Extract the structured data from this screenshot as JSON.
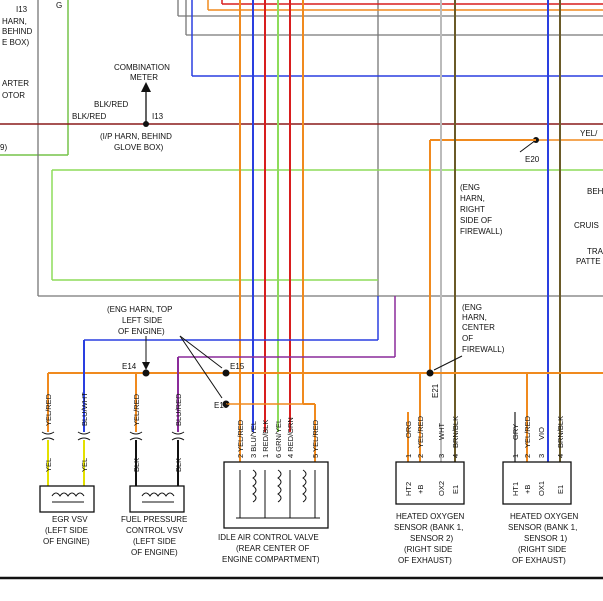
{
  "colors": {
    "orange": "#f08a1e",
    "red": "#d81e1e",
    "darkred": "#8a1a1a",
    "blue": "#2a3fe0",
    "lightgreen": "#8ddc5a",
    "green": "#76c44a",
    "gray": "#777777",
    "olive": "#6a5a28",
    "purple": "#8a2a9a",
    "yellow": "#e3e000",
    "white_wire": "#bbbbbb",
    "black": "#111111"
  },
  "labels": {
    "i13_top": "I13",
    "harn_frag1": "HARN,",
    "harn_frag2": "BEHIND",
    "harn_frag3": "E BOX)",
    "arter": "ARTER",
    "otor": "OTOR",
    "paren9": "9)",
    "combination": "COMBINATION",
    "meter": "METER",
    "blkred_1": "BLK/RED",
    "blkred_2": "BLK/RED",
    "i13_mid": "I13",
    "ip_harn": "(I/P HARN, BEHIND",
    "glove_box": "GLOVE BOX)",
    "e20": "E20",
    "yel_frag": "YEL/",
    "eng_harn_right_1": "(ENG",
    "eng_harn_right_2": "HARN,",
    "eng_harn_right_3": "RIGHT",
    "eng_harn_right_4": "SIDE OF",
    "eng_harn_right_5": "FIREWALL)",
    "beh_frag": "BEH",
    "cruis_frag": "CRUIS",
    "tra_frag": "TRA",
    "patte_frag": "PATTE",
    "eng_harn_top_1": "(ENG HARN, TOP",
    "eng_harn_top_2": "LEFT SIDE",
    "eng_harn_top_3": "OF ENGINE)",
    "eng_harn_center_1": "(ENG",
    "eng_harn_center_2": "HARN,",
    "eng_harn_center_3": "CENTER",
    "eng_harn_center_4": "OF",
    "eng_harn_center_5": "FIREWALL)",
    "e14": "E14",
    "e15": "E15",
    "e13": "E13",
    "e21": "E21",
    "egr_yelred": "YEL/RED",
    "egr_bluwht": "BLU/WHT",
    "egr_yel_1": "YEL",
    "egr_yel_2": "YEL",
    "fp_yelred": "YEL/RED",
    "fp_blured": "BLU/RED",
    "fp_blk_1": "BLK",
    "fp_blk_2": "BLK",
    "iac_pin2": "2 YEL/RED",
    "iac_pin3": "3 BLU/YEL",
    "iac_pin1": "1 RED/BLK",
    "iac_pin6": "6 GRN/YEL",
    "iac_pin4": "4 RED/GRN",
    "iac_pin5": "5 YEL/RED",
    "s2_pin1": "1",
    "s2_org": "ORG",
    "s2_pin2": "2",
    "s2_yelred": "YEL/RED",
    "s2_pin3": "3",
    "s2_wht": "WHT",
    "s2_pin4": "4",
    "s2_brnblk": "BRN/BLK",
    "s2_ht2": "HT2",
    "s2_b": "+B",
    "s2_ox2": "OX2",
    "s2_e1": "E1",
    "s1_pin1": "1",
    "s1_gry": "GRY",
    "s1_pin2": "2",
    "s1_yelred": "YEL/RED",
    "s1_pin3": "3",
    "s1_vio": "VIO",
    "s1_pin4": "4",
    "s1_brnblk": "BRN/BLK",
    "s1_ht1": "HT1",
    "s1_b": "+B",
    "s1_ox1": "OX1",
    "s1_e1": "E1",
    "egr_name_1": "EGR VSV",
    "egr_name_2": "(LEFT SIDE",
    "egr_name_3": "OF ENGINE)",
    "fp_name_1": "FUEL PRESSURE",
    "fp_name_2": "CONTROL VSV",
    "fp_name_3": "(LEFT SIDE",
    "fp_name_4": "OF ENGINE)",
    "iac_name_1": "IDLE AIR CONTROL VALVE",
    "iac_name_2": "(REAR CENTER OF",
    "iac_name_3": "ENGINE COMPARTMENT)",
    "s2_name_1": "HEATED OXYGEN",
    "s2_name_2": "SENSOR (BANK 1,",
    "s2_name_3": "SENSOR 2)",
    "s2_name_4": "(RIGHT SIDE",
    "s2_name_5": "OF EXHAUST)",
    "s1_name_1": "HEATED OXYGEN",
    "s1_name_2": "SENSOR (BANK 1,",
    "s1_name_3": "SENSOR 1)",
    "s1_name_4": "(RIGHT SIDE",
    "s1_name_5": "OF EXHAUST)",
    "g_frag": "G"
  }
}
